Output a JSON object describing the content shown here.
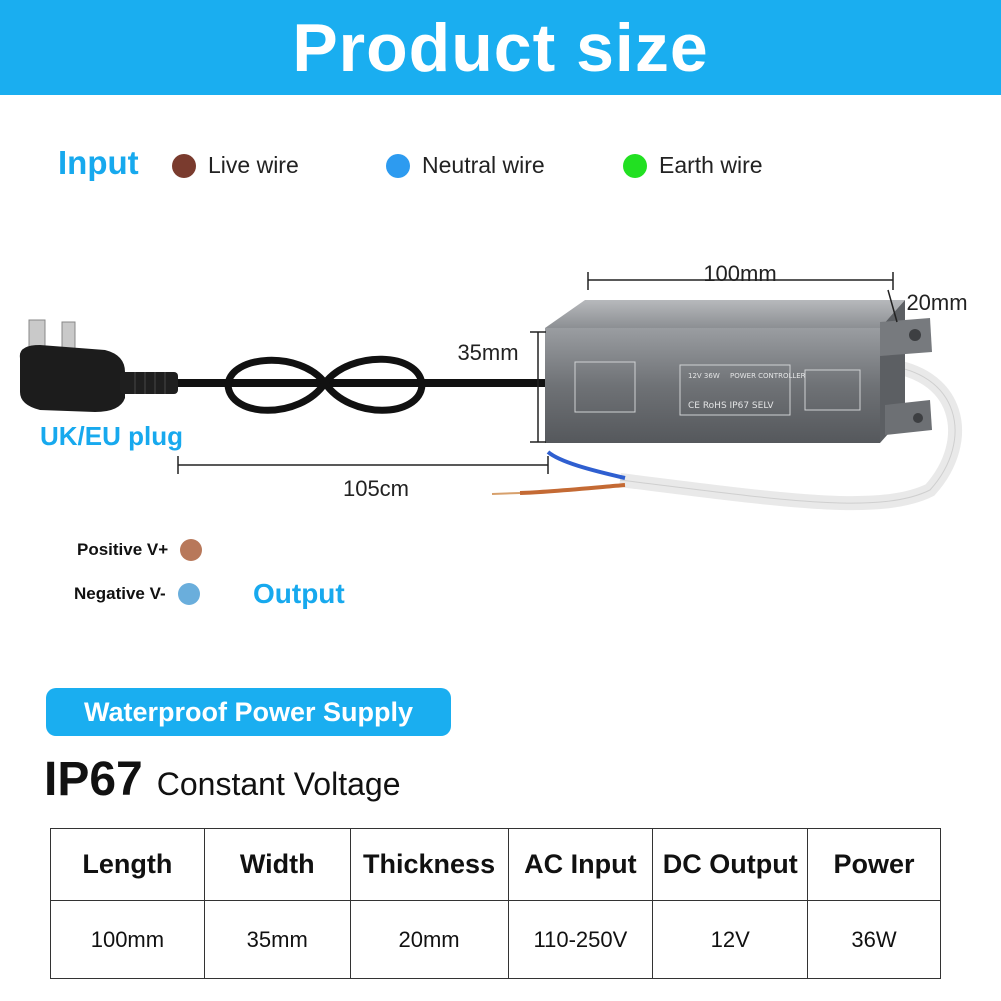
{
  "banner": {
    "title": "Product size"
  },
  "input": {
    "label": "Input",
    "wires": [
      {
        "label": "Live wire",
        "color": "#7a3b2e"
      },
      {
        "label": "Neutral wire",
        "color": "#2d9bf0"
      },
      {
        "label": "Earth wire",
        "color": "#22e022"
      }
    ]
  },
  "dimensions": {
    "length": "100mm",
    "depth": "20mm",
    "height": "35mm",
    "cable": "105cm"
  },
  "device": {
    "brand": "POWER CONTROLLER",
    "rating": "12V 36W",
    "marks": "CE RoHS IP67 SELV"
  },
  "plug": {
    "label": "UK/EU plug"
  },
  "output": {
    "label": "Output",
    "wires": [
      {
        "label": "Positive V+",
        "color": "#b8785a"
      },
      {
        "label": "Negative V-",
        "color": "#6aaedc"
      }
    ]
  },
  "badge": {
    "label": "Waterproof Power Supply"
  },
  "rating": {
    "code": "IP67",
    "text": "Constant Voltage"
  },
  "table": {
    "headers": [
      "Length",
      "Width",
      "Thickness",
      "AC Input",
      "DC Output",
      "Power"
    ],
    "row": [
      "100mm",
      "35mm",
      "20mm",
      "110-250V",
      "12V",
      "36W"
    ]
  },
  "colors": {
    "accent": "#1aaef0",
    "cable": "#111111",
    "housing": "#6b6e72"
  }
}
